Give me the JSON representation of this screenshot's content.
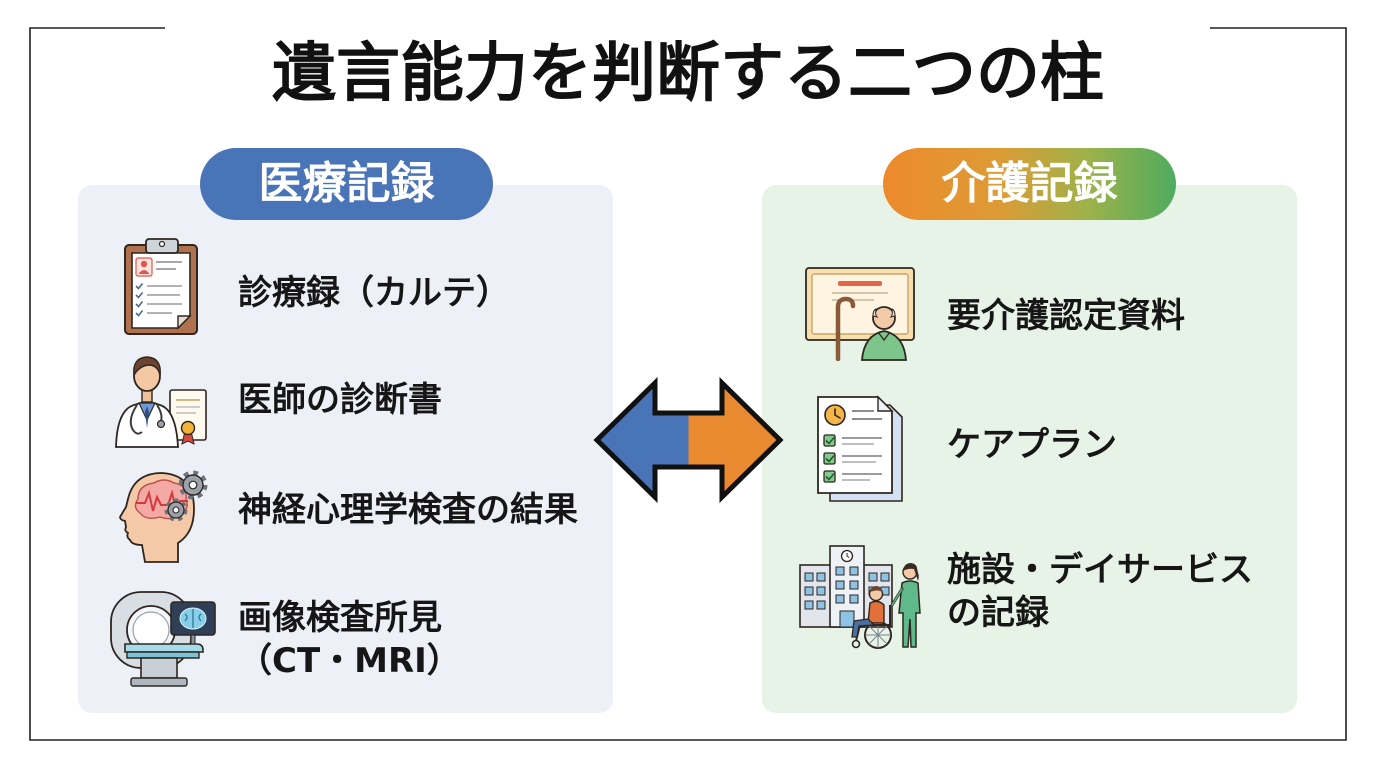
{
  "title": "遺言能力を判断する二つの柱",
  "colors": {
    "medical_accent": "#4a74b8",
    "medical_panel": "#edf1f7",
    "care_accent_start": "#ee8a2b",
    "care_accent_end": "#4fab5f",
    "care_panel": "#e8f3e8",
    "arrow_left": "#4a74b8",
    "arrow_right": "#ea8a30"
  },
  "medical": {
    "header": "医療記録",
    "items": [
      {
        "icon": "clipboard-chart-icon",
        "lines": [
          "診療録（カルテ）"
        ]
      },
      {
        "icon": "doctor-certificate-icon",
        "lines": [
          "医師の診断書"
        ]
      },
      {
        "icon": "brain-head-gears-icon",
        "lines": [
          "神経心理学検査の結果"
        ]
      },
      {
        "icon": "mri-scanner-icon",
        "lines": [
          "画像検査所見",
          "（CT・MRI）"
        ]
      }
    ]
  },
  "care": {
    "header": "介護記録",
    "items": [
      {
        "icon": "care-certificate-elderly-icon",
        "lines": [
          "要介護認定資料"
        ]
      },
      {
        "icon": "care-plan-document-icon",
        "lines": [
          "ケアプラン"
        ]
      },
      {
        "icon": "facility-wheelchair-icon",
        "lines": [
          "施設・デイサービス",
          "の記録"
        ]
      }
    ]
  },
  "connector": {
    "icon": "double-headed-arrow-icon"
  }
}
